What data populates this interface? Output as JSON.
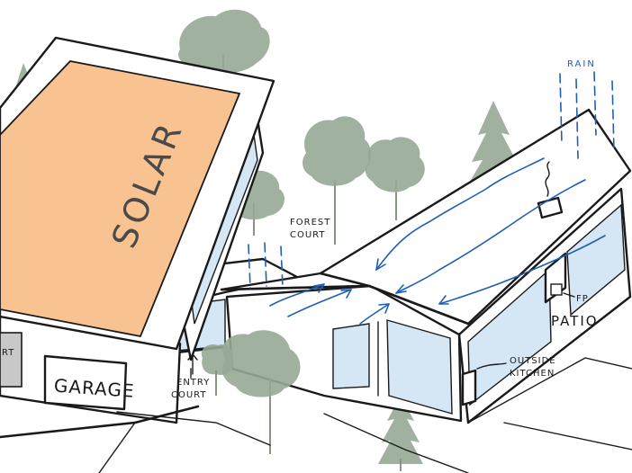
{
  "labels": {
    "solar": "SOLAR",
    "garage": "GARAGE",
    "rain": "RAIN",
    "forest_court_1": "FOREST",
    "forest_court_2": "COURT",
    "entry_court_1": "ENTRY",
    "entry_court_2": "COURT",
    "fireplace": "FP",
    "patio": "PATIO",
    "outside_kitchen_1": "OUTSIDE",
    "outside_kitchen_2": "KITCHEN",
    "cropped_left": "RT"
  },
  "colors": {
    "solar_panel": "#f8c291",
    "glazing": "#d5e6f5",
    "water_arrows": "#1f5fb3",
    "trees": "#97a996",
    "ink": "#1a1a1a"
  }
}
